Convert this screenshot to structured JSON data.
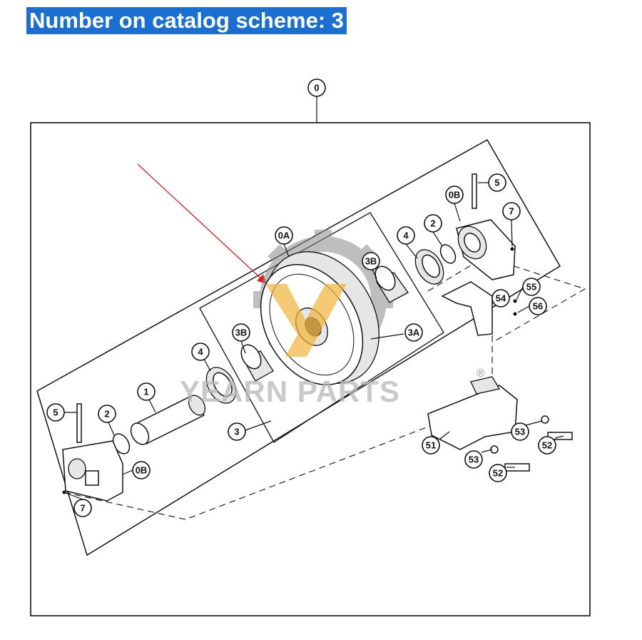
{
  "header": {
    "title": "Number on catalog scheme: 3"
  },
  "watermark": {
    "text": "YEARN PARTS",
    "registered_mark": "®"
  },
  "callouts": {
    "c0": "0",
    "c0A": "0A",
    "c3B_top": "3B",
    "c3B_mid": "3B",
    "c3A": "3A",
    "c3": "3",
    "c4_top": "4",
    "c2_top": "2",
    "c0B_top": "0B",
    "c5_top": "5",
    "c7_top": "7",
    "c54": "54",
    "c55": "55",
    "c56": "56",
    "c4_left": "4",
    "c1": "1",
    "c2_left": "2",
    "c5_left": "5",
    "c0B_left": "0B",
    "c7_left": "7",
    "c51": "51",
    "c53_right": "53",
    "c52_right": "52",
    "c53_left": "53",
    "c52_left": "52"
  },
  "colors": {
    "header_bg": "#1b6fd1",
    "header_text": "#ffffff",
    "pointer_arrow": "#e02020",
    "watermark_gear": "#8a8a8a",
    "watermark_y": "#f2b53a"
  }
}
